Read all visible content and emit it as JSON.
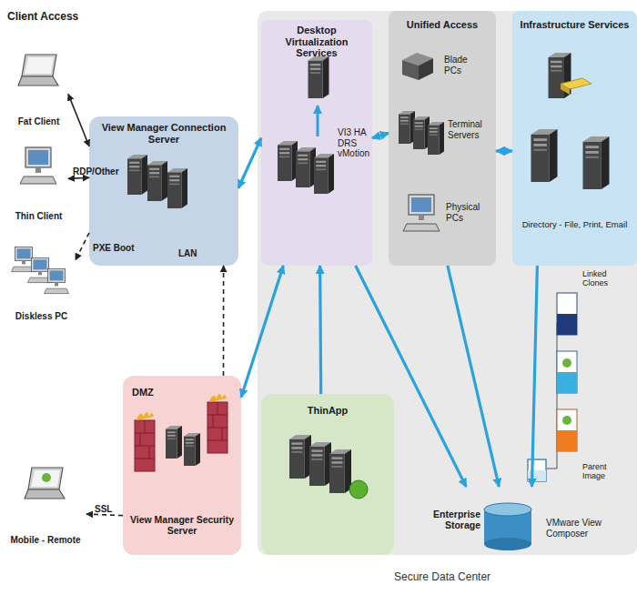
{
  "diagram": {
    "nodes": [
      {
        "text": [
          "Secure Data Center"
        ]
      },
      {
        "text": [
          "Fat Client"
        ]
      },
      {
        "text": [
          "Thin Client"
        ]
      },
      {
        "text": [
          "Diskless PC"
        ]
      },
      {
        "text": [
          "View Manager Connection Server",
          "LAN"
        ]
      },
      {
        "text": [
          "Desktop Virtualization Services",
          "VI3 HA DRS vMotion"
        ],
        "in": 0
      },
      {
        "text": [
          "Unified Access"
        ],
        "in": 0
      },
      {
        "text": [
          "Blade PCs"
        ],
        "in": 6
      },
      {
        "text": [
          "Terminal Servers"
        ],
        "in": 6
      },
      {
        "text": [
          "Physical PCs"
        ],
        "in": 6
      },
      {
        "text": [
          "Infrastructure Services",
          "Directory - File, Print, Email"
        ],
        "in": 0
      },
      {
        "text": [
          "DMZ",
          "View Manager Security Server"
        ]
      },
      {
        "text": [
          "ThinApp"
        ],
        "in": 0
      },
      {
        "text": [
          "Enterprise Storage",
          "VMware View Composer"
        ],
        "in": 0
      },
      {
        "text": [
          "Mobile - Remote"
        ]
      }
    ],
    "edges": [
      {
        "from": 1,
        "to": 4,
        "arrow": "both"
      },
      {
        "from": 2,
        "to": 4,
        "label": "RDP/Other",
        "arrow": "both"
      },
      {
        "from": 4,
        "to": 3,
        "label": "PXE Boot",
        "arrow": "to"
      },
      {
        "from": 4,
        "to": 5,
        "arrow": "both"
      },
      {
        "from": 5,
        "to": 6,
        "arrow": "both"
      },
      {
        "from": 6,
        "to": 10,
        "arrow": "both"
      },
      {
        "from": 11,
        "to": 4,
        "arrow": "to"
      },
      {
        "from": 11,
        "to": 5,
        "arrow": "both"
      },
      {
        "from": 12,
        "to": 5,
        "arrow": "to"
      },
      {
        "from": 5,
        "to": 13,
        "arrow": "to"
      },
      {
        "from": 6,
        "to": 13,
        "arrow": "to"
      },
      {
        "from": 10,
        "to": 13,
        "arrow": "to"
      },
      {
        "from": 11,
        "to": 14,
        "label": "SSL",
        "arrow": "to"
      }
    ],
    "labels": [
      "Client Access",
      "Linked Clones",
      "Parent Image"
    ]
  }
}
